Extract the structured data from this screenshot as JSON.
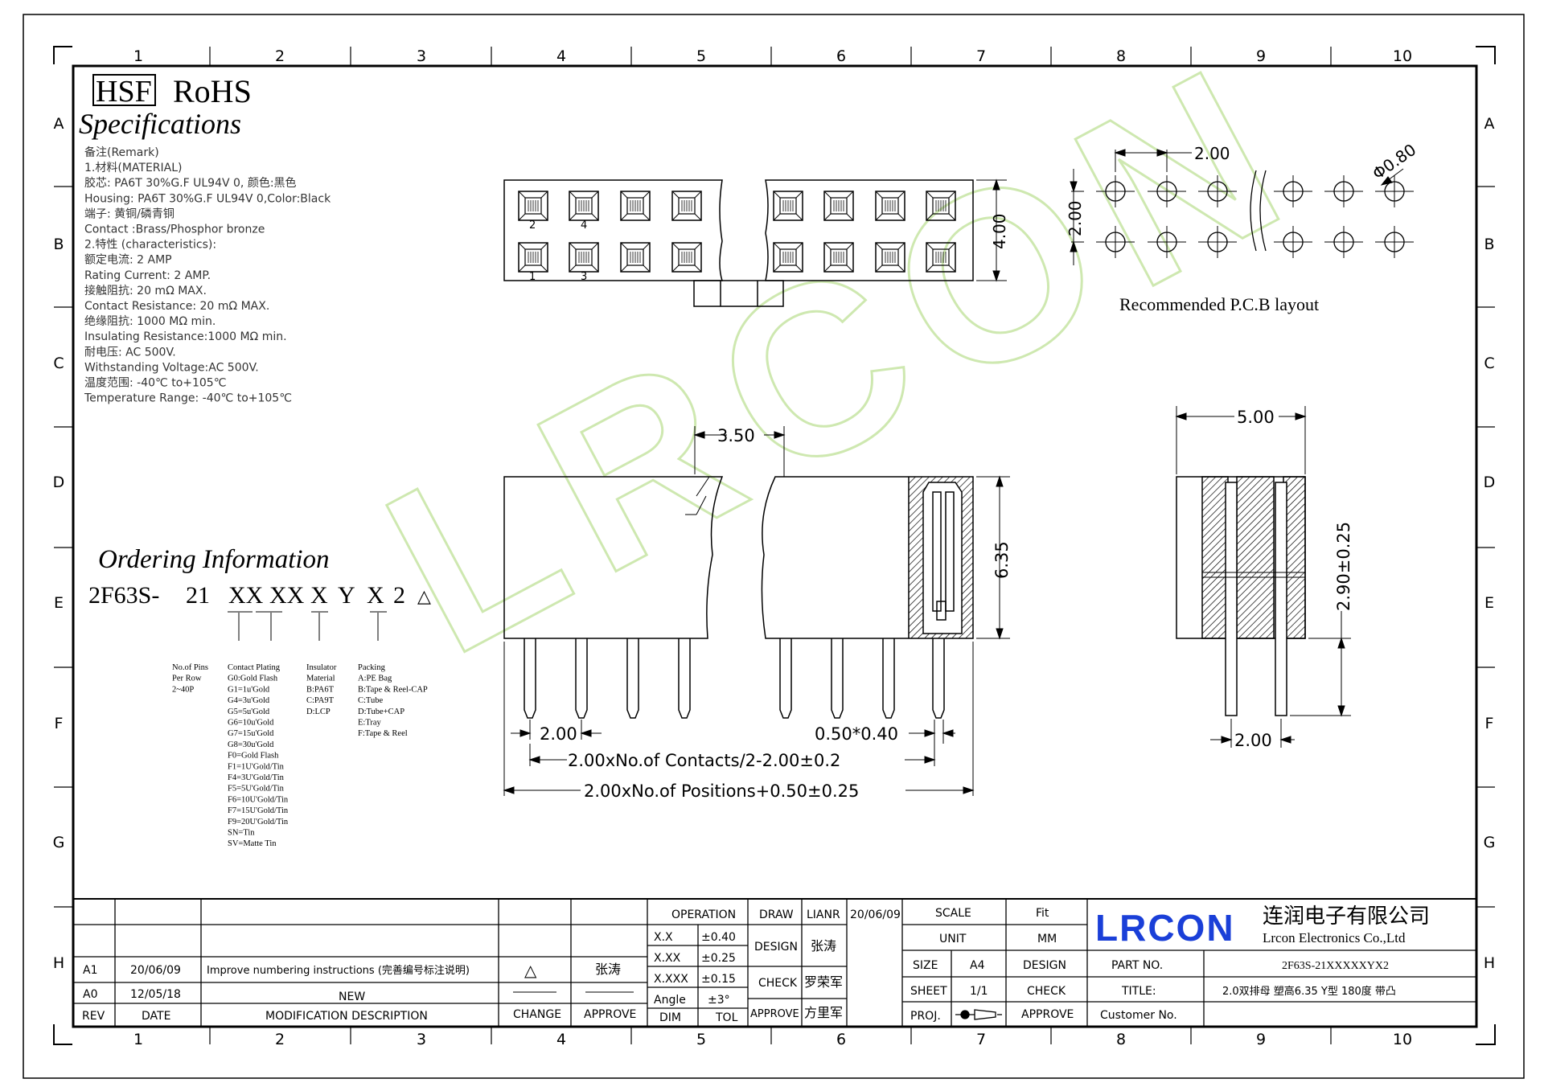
{
  "header": {
    "hsf": "HSF",
    "rohs": "RoHS",
    "title": "Specifications"
  },
  "remarks": [
    "备注(Remark)",
    "1.材料(MATERIAL)",
    "胶芯: PA6T 30%G.F UL94V 0, 颜色:黑色",
    "Housing: PA6T 30%G.F UL94V 0,Color:Black",
    "端子: 黄铜/磷青铜",
    "Contact :Brass/Phosphor bronze",
    "2.特性 (characteristics):",
    "额定电流: 2 AMP",
    "Rating Current: 2 AMP.",
    "接触阻抗: 20 mΩ MAX.",
    "Contact Resistance: 20 mΩ MAX.",
    "绝缘阻抗: 1000 MΩ min.",
    "Insulating Resistance:1000 MΩ min.",
    "耐电压: AC 500V.",
    "Withstanding Voltage:AC 500V.",
    "温度范围: -40℃ to+105℃",
    "Temperature Range: -40℃ to+105℃"
  ],
  "ordering": {
    "title": "Ordering Information",
    "code": [
      "2F63S-",
      "21",
      "XX",
      "XX",
      "X",
      "Y",
      "X",
      "2"
    ],
    "legend_pins": [
      "No.of Pins",
      "Per Row",
      "2~40P"
    ],
    "legend_plating": [
      "Contact Plating",
      "G0:Gold Flash",
      "G1=1u'Gold",
      "G4=3u'Gold",
      "G5=5u'Gold",
      "G6=10u'Gold",
      "G7=15u'Gold",
      "G8=30u'Gold",
      "F0=Gold Flash",
      "F1=1U'Gold/Tin",
      "F4=3U'Gold/Tin",
      "F5=5U'Gold/Tin",
      "F6=10U'Gold/Tin",
      "F7=15U'Gold/Tin",
      "F9=20U'Gold/Tin",
      "SN=Tin",
      "SV=Matte Tin"
    ],
    "legend_insulator": [
      "Insulator",
      "Material",
      "B:PA6T",
      "C:PA9T",
      "D:LCP"
    ],
    "legend_packing": [
      "Packing",
      "A:PE Bag",
      "B:Tape & Reel-CAP",
      "C:Tube",
      "D:Tube+CAP",
      "E:Tray",
      "F:Tape & Reel"
    ]
  },
  "border": {
    "cols": [
      "1",
      "2",
      "3",
      "4",
      "5",
      "6",
      "7",
      "8",
      "9",
      "10"
    ],
    "rows": [
      "A",
      "B",
      "C",
      "D",
      "E",
      "F",
      "G",
      "H"
    ]
  },
  "top_view": {
    "pins": [
      "2",
      "4",
      "1",
      "3"
    ],
    "height_dim": "4.00"
  },
  "pcb": {
    "pitch": "2.00",
    "row_pitch": "2.00",
    "hole": "Φ0.80",
    "caption": "Recommended P.C.B layout"
  },
  "front_view": {
    "offset": "3.50",
    "height": "6.35",
    "pitch": "2.00",
    "pin_width": "0.50*0.40",
    "formula1": "2.00xNo.of Contacts/2-2.00±0.2",
    "formula2": "2.00xNo.of Positions+0.50±0.25"
  },
  "side_view": {
    "width": "5.00",
    "tail": "2.90±0.25",
    "pitch": "2.00"
  },
  "watermark": "LRCON",
  "title_block": {
    "revisions": [
      {
        "rev": "A1",
        "date": "20/06/09",
        "desc": "Improve numbering instructions (完善编号标注说明)",
        "change": "△",
        "approve": "张涛"
      },
      {
        "rev": "A0",
        "date": "12/05/18",
        "desc": "NEW",
        "change": "",
        "approve": ""
      }
    ],
    "rev_headers": [
      "REV",
      "DATE",
      "MODIFICATION DESCRIPTION",
      "CHANGE",
      "APPROVE"
    ],
    "tolerance": {
      "operation": "OPERATION",
      "rows": [
        [
          "X.X",
          "±0.40"
        ],
        [
          "X.XX",
          "±0.25"
        ],
        [
          "X.XXX",
          "±0.15"
        ],
        [
          "Angle",
          "±3°"
        ]
      ],
      "dim": "DIM",
      "tol": "TOL"
    },
    "signoff": {
      "draw": "DRAW",
      "draw_name": "LIANR",
      "draw_date": "20/06/09",
      "design": "DESIGN",
      "design_name": "张涛",
      "check": "CHECK",
      "check_name": "罗荣军",
      "approve": "APPROVE",
      "approve_name": "方里军"
    },
    "scale": "SCALE",
    "scale_val": "Fit",
    "unit": "UNIT",
    "unit_val": "MM",
    "size": "SIZE",
    "size_val": "A4",
    "sheet": "SHEET",
    "sheet_val": "1/1",
    "proj": "PROJ.",
    "design2": "DESIGN",
    "check2": "CHECK",
    "approve2": "APPROVE",
    "company_logo": "LRCON",
    "company_cn": "连润电子有限公司",
    "company_en": "Lrcon Electronics Co.,Ltd",
    "part_no_label": "PART NO.",
    "part_no": "2F63S-21XXXXXYX2",
    "title_label": "TITLE:",
    "title_val": "2.0双排母 塑高6.35 Y型 180度 带凸",
    "customer_label": "Customer No.",
    "customer_val": ""
  },
  "colors": {
    "line": "#000000",
    "logo_blue": "#1a3fd8",
    "watermark": "#c9e6a8"
  }
}
